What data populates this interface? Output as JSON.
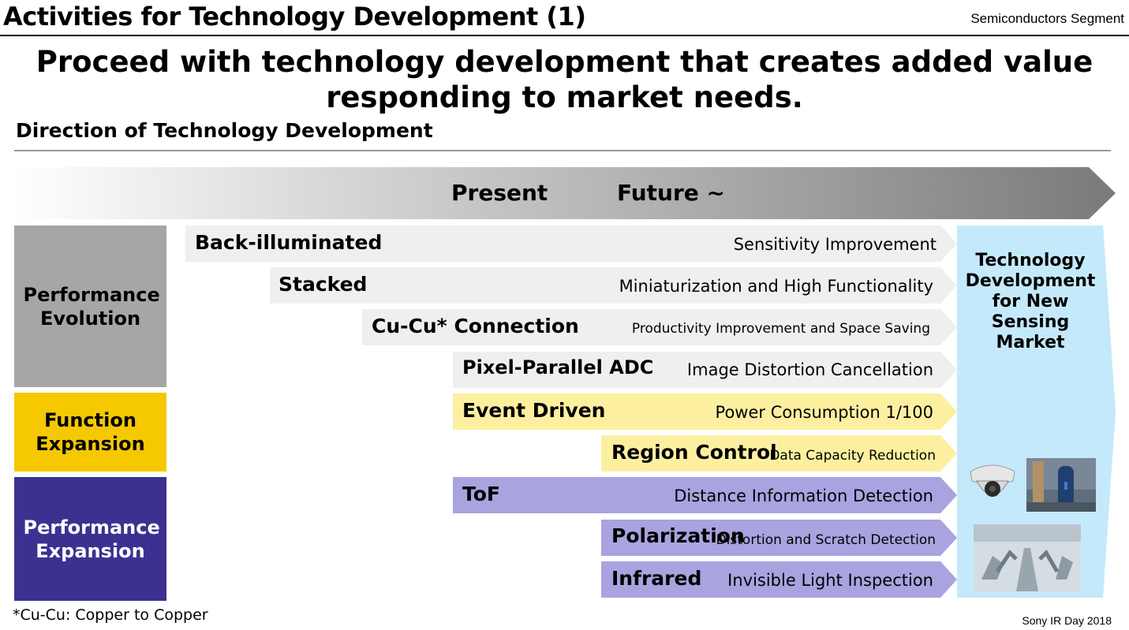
{
  "header": {
    "title": "Activities for Technology Development (1)",
    "segment": "Semiconductors Segment"
  },
  "headline": "Proceed with technology development that creates added value responding to market needs.",
  "section_title": "Direction of Technology Development",
  "timeline": {
    "present": "Present",
    "future": "Future ~"
  },
  "categories": {
    "performance_evolution": "Performance Evolution",
    "function_expansion": "Function Expansion",
    "performance_expansion": "Performance Expansion"
  },
  "technologies": [
    {
      "name": "Back-illuminated",
      "benefit": "Sensitivity Improvement"
    },
    {
      "name": "Stacked",
      "benefit": "Miniaturization and High Functionality"
    },
    {
      "name": "Cu-Cu* Connection",
      "benefit": "Productivity Improvement and Space Saving"
    },
    {
      "name": "Pixel-Parallel ADC",
      "benefit": "Image Distortion Cancellation"
    },
    {
      "name": "Event Driven",
      "benefit": "Power Consumption 1/100"
    },
    {
      "name": "Region Control",
      "benefit": "Data Capacity Reduction"
    },
    {
      "name": "ToF",
      "benefit": "Distance Information Detection"
    },
    {
      "name": "Polarization",
      "benefit": "Distortion and Scratch Detection"
    },
    {
      "name": "Infrared",
      "benefit": "Invisible Light Inspection"
    }
  ],
  "market": "Technology Development for New Sensing Market",
  "footnote": "*Cu-Cu: Copper to Copper",
  "footer_right": "Sony IR Day 2018",
  "colors": {
    "gray_band": "#efefef",
    "event_band": "#fcf0a0",
    "purple_band": "#a9a3e0",
    "market_band": "#c4e9fb",
    "cat_gray": "#a6a6a6",
    "cat_yellow": "#f5c800",
    "cat_purple": "#3c3191"
  }
}
